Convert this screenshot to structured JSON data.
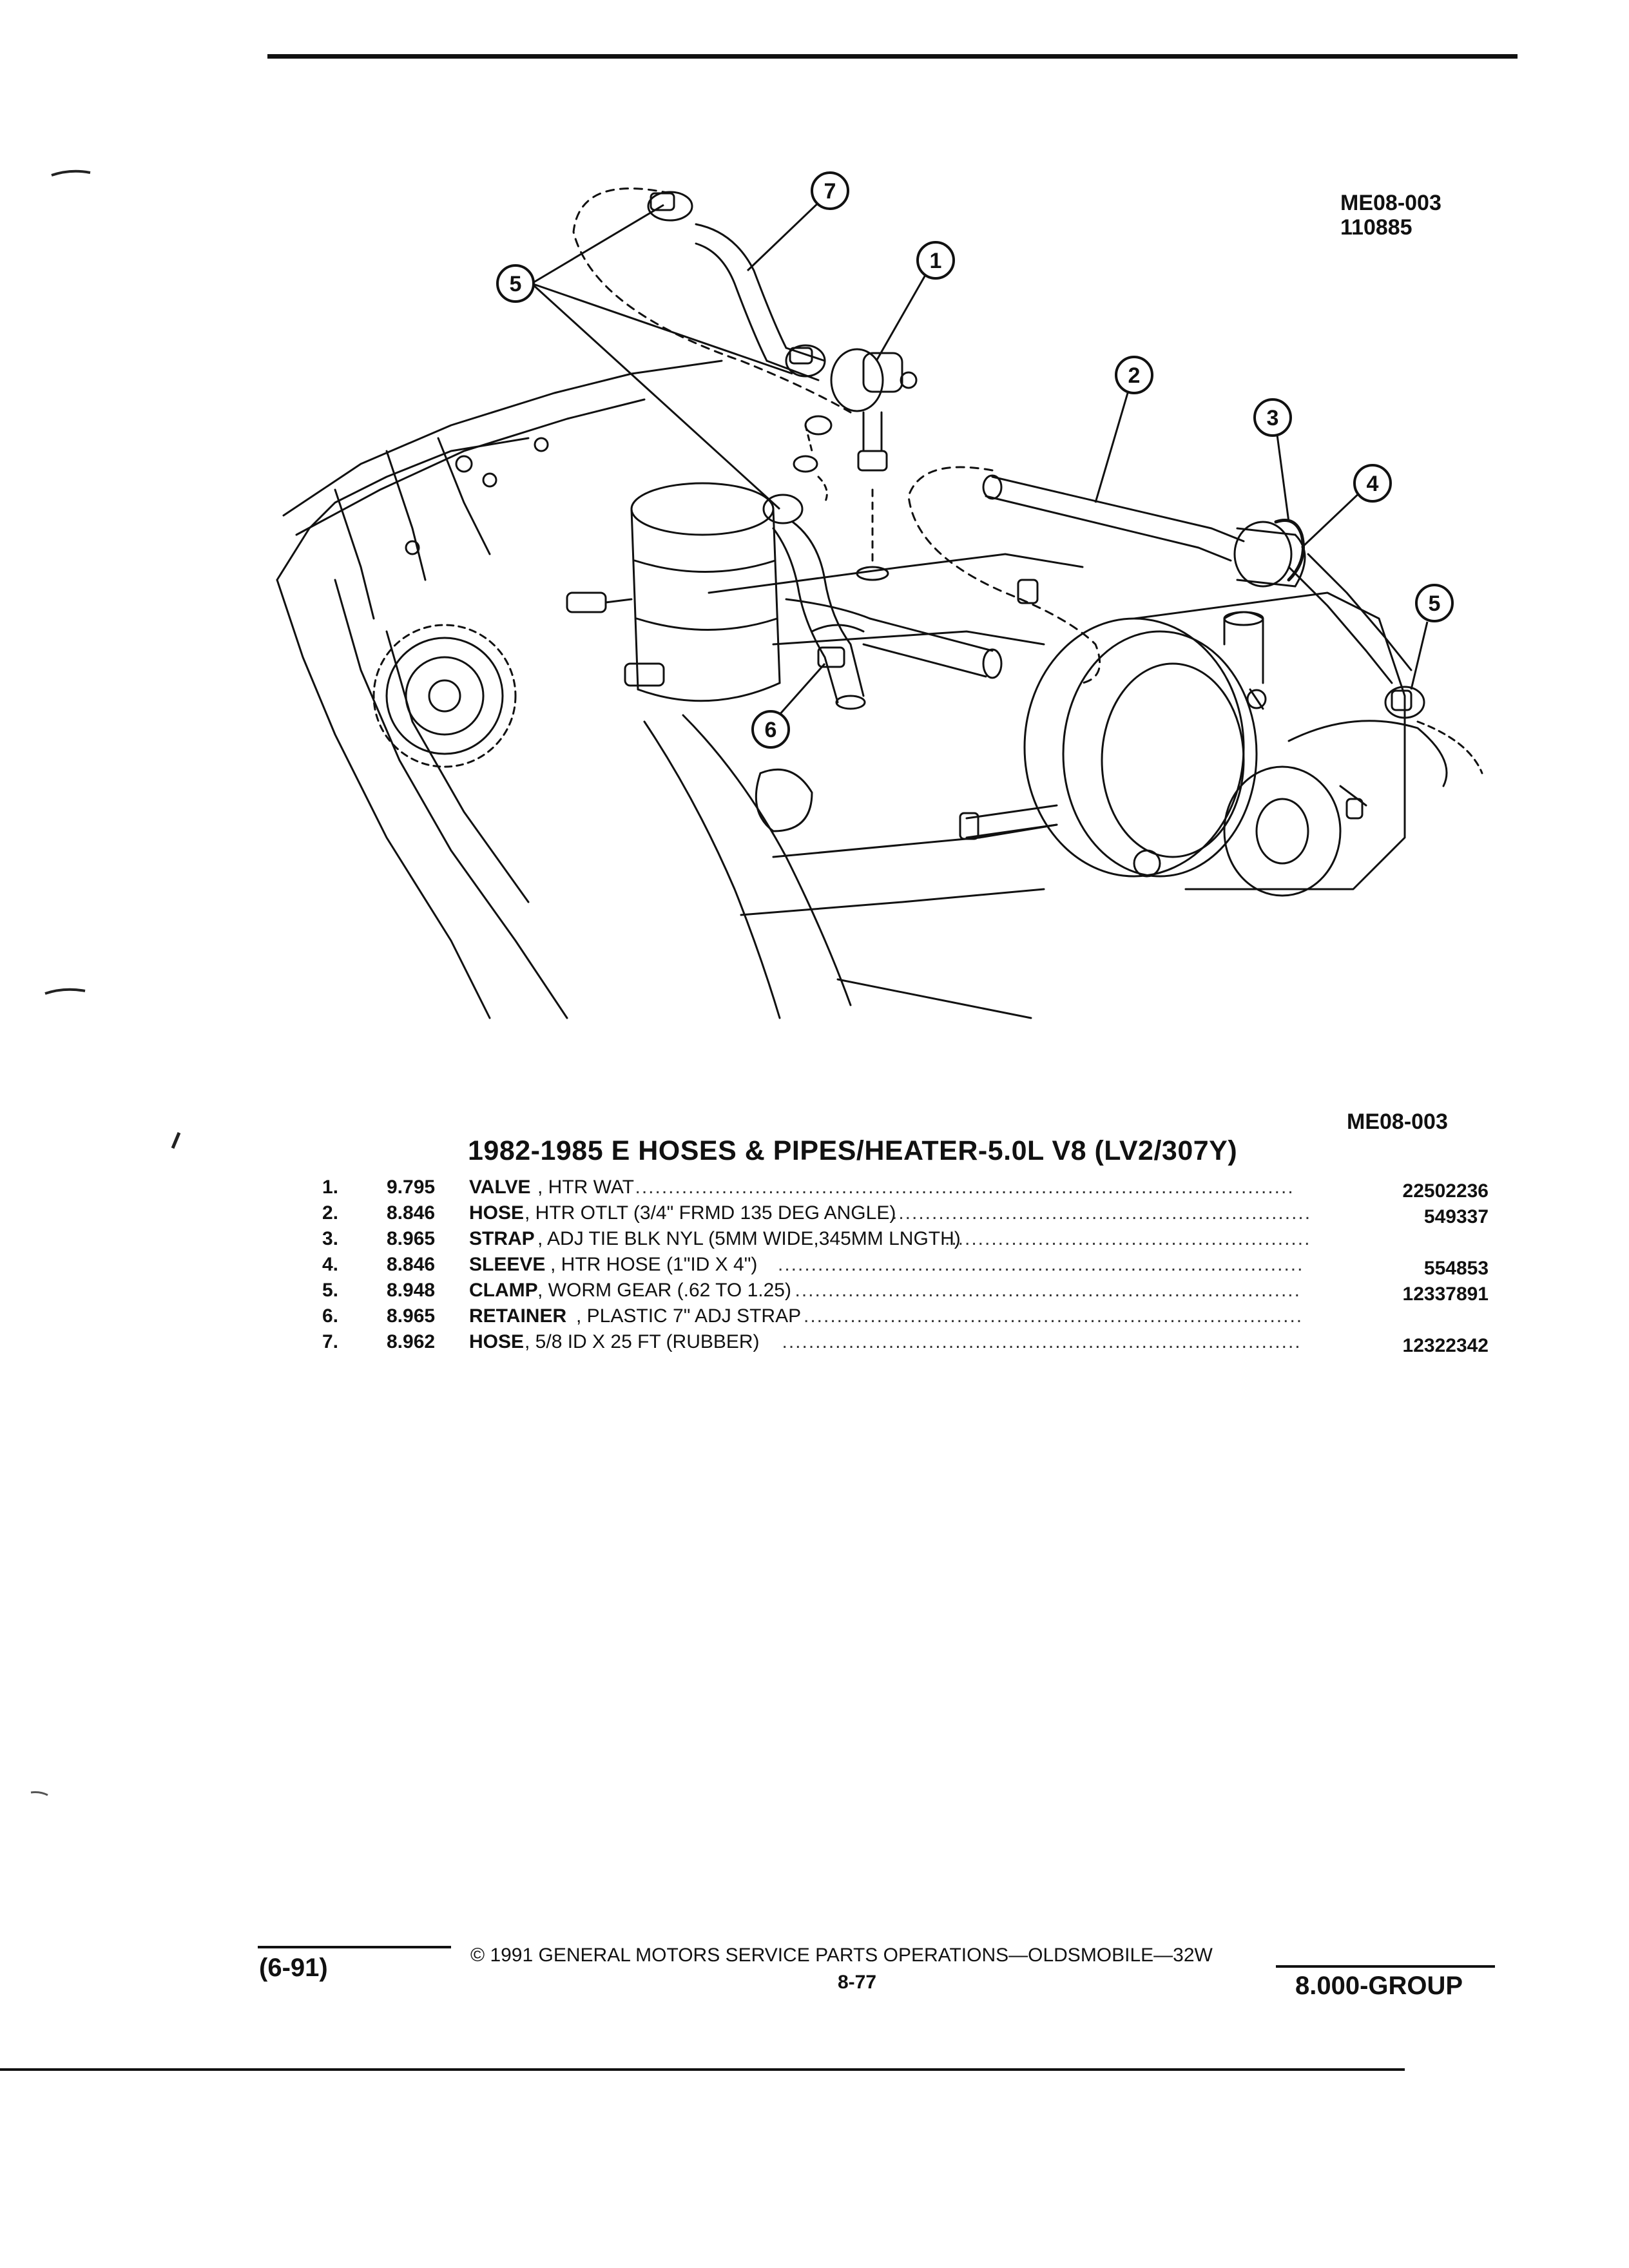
{
  "figure": {
    "id": "ME08-003",
    "date_code": "110885",
    "caption_id": "ME08-003",
    "callouts": [
      "1",
      "2",
      "3",
      "4",
      "5",
      "5",
      "6",
      "7"
    ]
  },
  "title": "1982-1985 E HOSES & PIPES/HEATER-5.0L V8 (LV2/307Y)",
  "parts": [
    {
      "num": "1.",
      "group": "9.795",
      "name": "VALVE",
      "desc": ", HTR WAT",
      "part": "22502236"
    },
    {
      "num": "2.",
      "group": "8.846",
      "name": "HOSE",
      "desc": ", HTR OTLT (3/4\" FRMD 135 DEG ANGLE)",
      "part": "549337"
    },
    {
      "num": "3.",
      "group": "8.965",
      "name": "STRAP",
      "desc": ", ADJ TIE BLK NYL (5MM WIDE,345MM LNGTH)",
      "part": ""
    },
    {
      "num": "4.",
      "group": "8.846",
      "name": "SLEEVE",
      "desc": ", HTR HOSE (1\"ID X 4\")",
      "part": "554853"
    },
    {
      "num": "5.",
      "group": "8.948",
      "name": "CLAMP",
      "desc": ", WORM GEAR (.62 TO 1.25)",
      "part": "12337891"
    },
    {
      "num": "6.",
      "group": "8.965",
      "name": "RETAINER",
      "desc": ", PLASTIC 7\" ADJ STRAP",
      "part": ""
    },
    {
      "num": "7.",
      "group": "8.962",
      "name": "HOSE",
      "desc": ", 5/8 ID X 25 FT (RUBBER)",
      "part": "12322342"
    }
  ],
  "footer": {
    "date": "(6-91)",
    "copyright": "© 1991 GENERAL MOTORS SERVICE PARTS OPERATIONS—OLDSMOBILE—32W",
    "page": "8-77",
    "group": "8.000-GROUP"
  }
}
